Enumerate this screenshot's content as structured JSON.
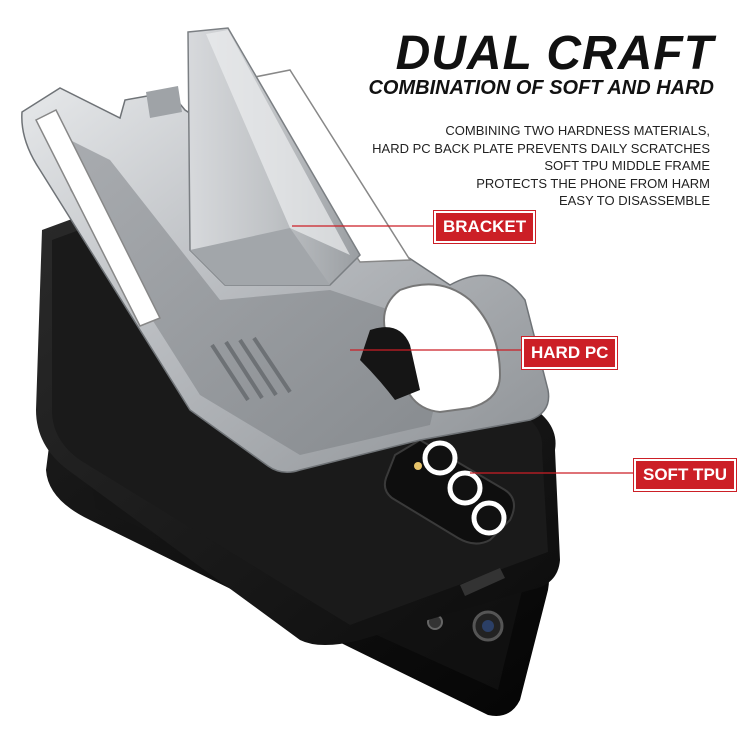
{
  "heading": {
    "title": "DUAL CRAFT",
    "subtitle": "COMBINATION OF SOFT AND HARD"
  },
  "description": [
    "COMBINING TWO HARDNESS MATERIALS,",
    "HARD PC BACK PLATE PREVENTS DAILY SCRATCHES",
    "SOFT TPU MIDDLE FRAME",
    "PROTECTS THE PHONE FROM HARM",
    "EASY TO DISASSEMBLE"
  ],
  "callouts": {
    "bracket": "BRACKET",
    "hard_pc": "HARD PC",
    "soft_tpu": "SOFT TPU"
  },
  "colors": {
    "callout_red": "#cc1f26",
    "hard_pc_silver": "#c3c5c8",
    "tpu_black": "#141414",
    "phone_black": "#0b0b0b"
  }
}
